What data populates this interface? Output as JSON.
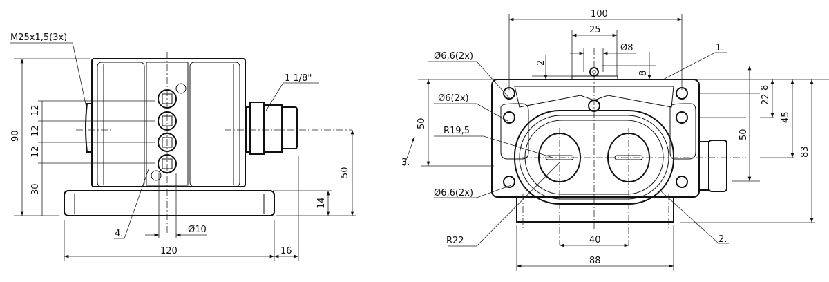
{
  "side_view": {
    "thread_label": "M25x1,5(3x)",
    "connector_label": "1 1/8\"",
    "item_4": "4.",
    "dim_height_total": "90",
    "dim_pitch_1": "12",
    "dim_pitch_2": "12",
    "dim_pitch_3": "12",
    "dim_base_to_first": "30",
    "dim_connector_height": "50",
    "dim_base_thickness": "14",
    "dim_width": "120",
    "dim_connector_length": "16",
    "dim_hole_diameter": "Ø10"
  },
  "front_view": {
    "dim_width_total": "100",
    "dim_pin_spacing": "25",
    "dim_pin_diameter": "Ø8",
    "dim_2": "2",
    "dim_8_top": "8",
    "hole_label_top": "Ø6,6(2x)",
    "hole_label_mid": "Ø6(2x)",
    "radius_inner": "R19,5",
    "item_3": "3.",
    "hole_label_bottom": "Ø6,6(2x)",
    "radius_outer": "R22",
    "dim_lens_spacing": "40",
    "dim_base_width": "88",
    "item_1": "1.",
    "item_2": "2.",
    "dim_left_50": "50",
    "dim_right_8": "8",
    "dim_right_22": "22",
    "dim_right_45": "45",
    "dim_right_50": "50",
    "dim_right_83": "83"
  }
}
